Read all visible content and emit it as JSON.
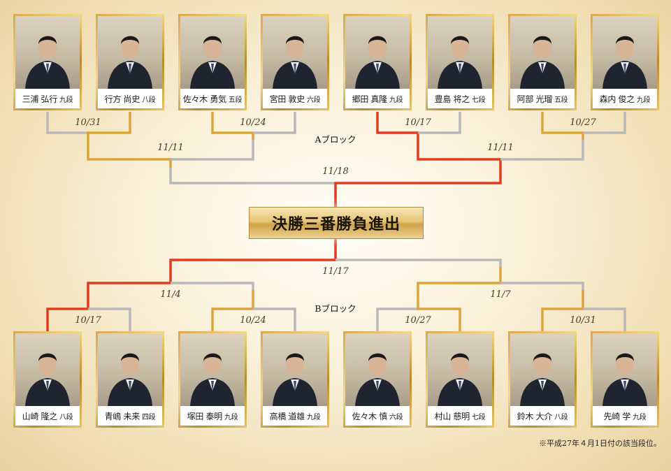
{
  "final": {
    "label": "決勝三番勝負進出"
  },
  "blocks": {
    "a": "Aブロック",
    "b": "Bブロック"
  },
  "note": "※平成27年４月1日付の該当段位。",
  "colors": {
    "winner_line": "#e33b20",
    "gold_line": "#dba53a",
    "gray_line": "#b8b8b8",
    "card_frame": "#d9a84a"
  },
  "a_players": [
    {
      "name": "三浦 弘行",
      "rank": "九段"
    },
    {
      "name": "行方 尚史",
      "rank": "八段"
    },
    {
      "name": "佐々木 勇気",
      "rank": "五段"
    },
    {
      "name": "宮田 敦史",
      "rank": "六段"
    },
    {
      "name": "郷田 真隆",
      "rank": "九段"
    },
    {
      "name": "豊島 将之",
      "rank": "七段"
    },
    {
      "name": "阿部 光瑠",
      "rank": "五段"
    },
    {
      "name": "森内 俊之",
      "rank": "九段"
    }
  ],
  "b_players": [
    {
      "name": "山崎 隆之",
      "rank": "八段"
    },
    {
      "name": "青嶋 未来",
      "rank": "四段"
    },
    {
      "name": "塚田 泰明",
      "rank": "九段"
    },
    {
      "name": "高橋 道雄",
      "rank": "九段"
    },
    {
      "name": "佐々木 慎",
      "rank": "六段"
    },
    {
      "name": "村山 慈明",
      "rank": "七段"
    },
    {
      "name": "鈴木 大介",
      "rank": "八段"
    },
    {
      "name": "先崎 学",
      "rank": "九段"
    }
  ],
  "a_dates": {
    "r1": [
      "10/31",
      "10/24",
      "10/17",
      "10/27"
    ],
    "r2": [
      "11/11",
      "11/11"
    ],
    "r3": "11/18"
  },
  "b_dates": {
    "r1": [
      "10/17",
      "10/24",
      "10/27",
      "10/31"
    ],
    "r2": [
      "11/4",
      "11/7"
    ],
    "r3": "11/17"
  }
}
